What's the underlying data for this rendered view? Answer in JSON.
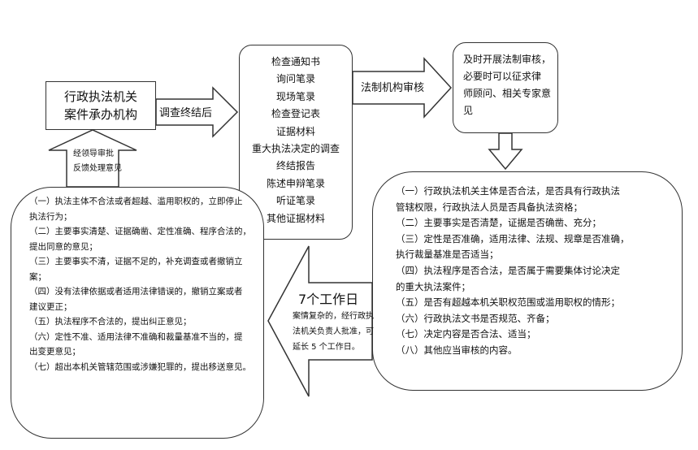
{
  "agency": {
    "line1": "行政执法机关",
    "line2": "案件承办机构"
  },
  "arrow_labels": {
    "investigation_end": "调查终结后",
    "legal_review": "法制机构审核",
    "approval": [
      "经领导审批",
      "反馈处理意见"
    ],
    "work_days": "7个工作日",
    "complex_case": [
      "案情复杂的，经行政执",
      "法机关负责人批准，可",
      "延长 5 个工作日。"
    ]
  },
  "evidence_items": [
    "检查通知书",
    "询问笔录",
    "现场笔录",
    "检查登记表",
    "证据材料",
    "重大执法决定的调查",
    "终结报告",
    "陈述申辩笔录",
    "听证笔录",
    "其他证据材料"
  ],
  "review_note": [
    "及时开展法制审核，",
    "必要时可以征求律",
    "师顾问、相关专家意",
    "见"
  ],
  "check_items": [
    "（一）行政执法机关主体是否合法，是否具有行政执法",
    "管辖权限，行政执法人员是否具备执法资格；",
    "（二）主要事实是否清楚，证据是否确凿、充分；",
    "（三）定性是否准确，适用法律、法规、规章是否准确，",
    "执行裁量基准是否适当；",
    "（四）执法程序是否合法，是否属于需要集体讨论决定",
    "的重大执法案件；",
    "（五）是否有超越本机关职权范围或滥用职权的情形；",
    "（六）行政执法文书是否规范、齐备；",
    "（七）决定内容是否合法、适当；",
    "（八）其他应当审核的内容。"
  ],
  "opinion_items": [
    "（一）执法主体不合法或者超越、滥用职权的，立即停止",
    "执法行为；",
    "（二）主要事实清楚、证据确凿、定性准确、程序合法的，",
    "提出同意的意见；",
    "（三）主要事实不清，证据不足的，补充调查或者撤销立",
    "案；",
    "（四）没有法律依据或者适用法律错误的，撤销立案或者",
    "建议更正；",
    "（五）执法程序不合法的，提出纠正意见；",
    "（六）定性不准、适用法律不准确和裁量基准不当的，提",
    "出变更意见；",
    "（七）超出本机关管辖范围或涉嫌犯罪的，提出移送意见。"
  ]
}
